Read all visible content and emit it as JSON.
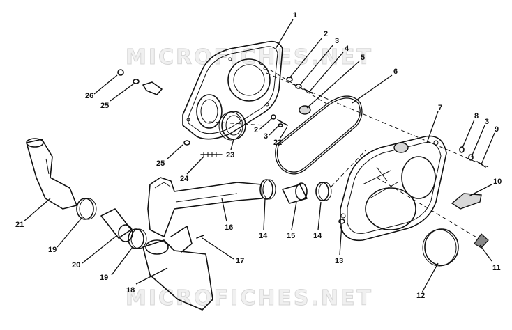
{
  "watermark": {
    "top": "MICROFICHES.NET",
    "bottom": "MICROFICHES.NET"
  },
  "callouts": {
    "c1": "1",
    "c2a": "2",
    "c3a": "3",
    "c4": "4",
    "c5": "5",
    "c6": "6",
    "c7": "7",
    "c8": "8",
    "c3b": "3",
    "c9": "9",
    "c10": "10",
    "c11": "11",
    "c12": "12",
    "c13": "13",
    "c14a": "14",
    "c15": "15",
    "c14b": "14",
    "c16": "16",
    "c17": "17",
    "c18": "18",
    "c19a": "19",
    "c20": "20",
    "c19b": "19",
    "c21": "21",
    "c2b": "2",
    "c3c": "3",
    "c22": "22",
    "c23": "23",
    "c24": "24",
    "c25a": "25",
    "c25b": "25",
    "c26": "26"
  }
}
